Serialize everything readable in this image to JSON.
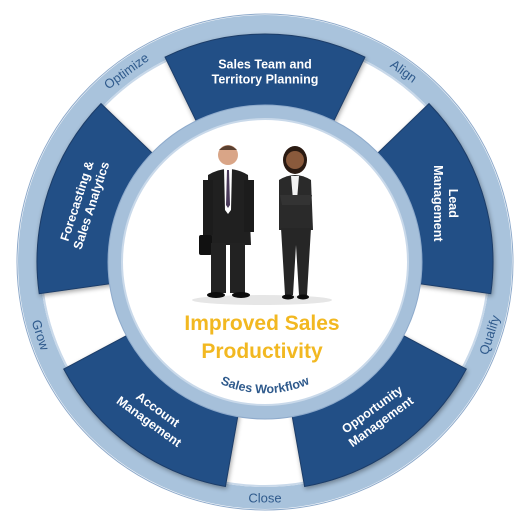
{
  "colors": {
    "outer_ring": "#a9c3dc",
    "outer_ring_edge": "#8eaacb",
    "segment_fill": "#244f86",
    "segment_edge": "#1b3c68",
    "inner_ring": "#a6c0da",
    "center_fill": "#ffffff",
    "center_text": "#f2b821",
    "ring_text": "#2f5a8c"
  },
  "segments": [
    {
      "name": "sales-team-territory-planning",
      "lines": [
        "Sales Team and",
        "Territory Planning"
      ]
    },
    {
      "name": "lead-management",
      "lines": [
        "Lead",
        "Management"
      ]
    },
    {
      "name": "opportunity-management",
      "lines": [
        "Opportunity",
        "Management"
      ]
    },
    {
      "name": "account-management",
      "lines": [
        "Account",
        "Management"
      ]
    },
    {
      "name": "forecasting-sales-analytics",
      "lines": [
        "Forecasting &",
        "Sales Analytics"
      ]
    }
  ],
  "ring_labels": [
    "Align",
    "Qualify",
    "Close",
    "Grow",
    "Optimize"
  ],
  "center": {
    "title_line1": "Improved Sales",
    "title_line2": "Productivity",
    "workflow_label": "Sales Workflow",
    "image": "business-people-photo"
  }
}
